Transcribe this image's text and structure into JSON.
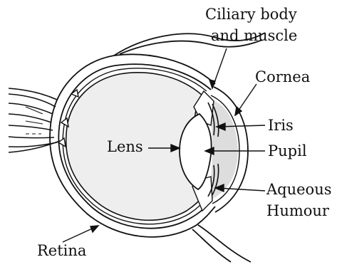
{
  "labels": {
    "ciliary_line1": "Ciliary body",
    "ciliary_line2": "and muscle",
    "cornea": "Cornea",
    "iris": "Iris",
    "lens": "Lens",
    "pupil": "Pupil",
    "aqueous_line1": "Aqueous",
    "aqueous_line2": "Humour",
    "retina": "Retina"
  },
  "colors": {
    "stroke": "#111111",
    "vitreous_fill": "#eeeeee",
    "aqueous_fill": "#dddddd",
    "lens_fill": "#ffffff",
    "background": "#ffffff"
  }
}
